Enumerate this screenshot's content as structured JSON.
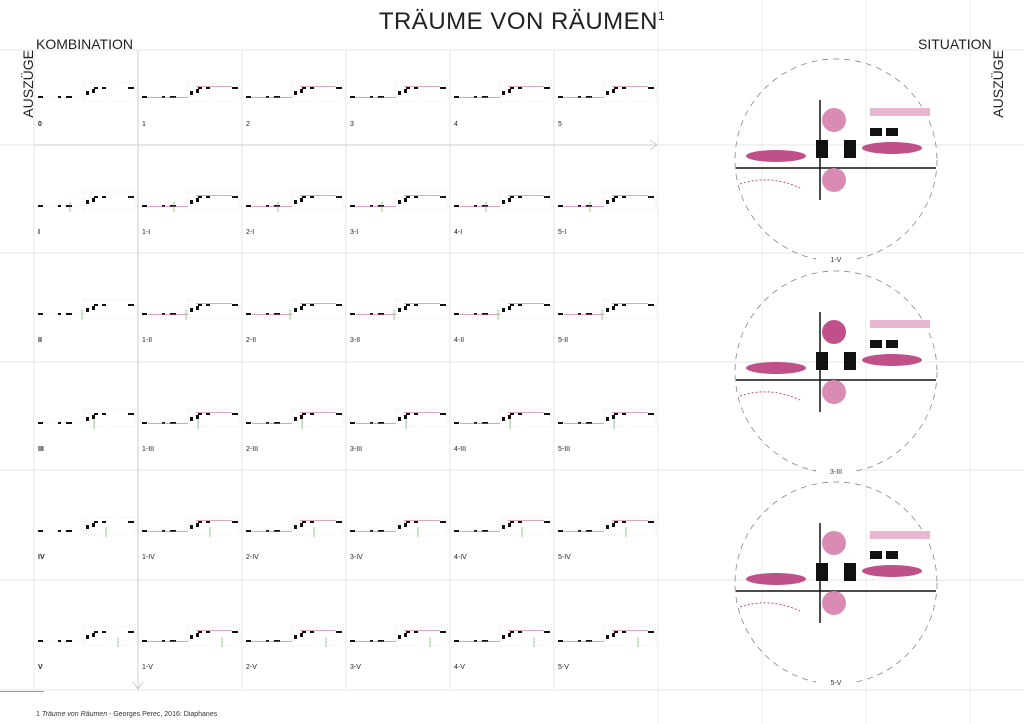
{
  "title": "TRÄUME VON RÄUMEN",
  "title_footnote_mark": "1",
  "left_heading": "KOMBINATION",
  "right_heading": "SITUATION",
  "side_label_left": "AUSZÜGE",
  "side_label_right": "AUSZÜGE",
  "grid": {
    "rows": [
      {
        "labels": [
          "0",
          "1",
          "2",
          "3",
          "4",
          "5"
        ]
      },
      {
        "labels": [
          "I",
          "1-I",
          "2-I",
          "3-I",
          "4-I",
          "5-I"
        ]
      },
      {
        "labels": [
          "II",
          "1-II",
          "2-II",
          "3-II",
          "4-II",
          "5-II"
        ]
      },
      {
        "labels": [
          "III",
          "1-III",
          "2-III",
          "3-III",
          "4-III",
          "5-III"
        ]
      },
      {
        "labels": [
          "IV",
          "1-IV",
          "2-IV",
          "3-IV",
          "4-IV",
          "5-IV"
        ]
      },
      {
        "labels": [
          "V",
          "1-V",
          "2-V",
          "3-V",
          "4-V",
          "5-V"
        ]
      }
    ]
  },
  "situations": [
    {
      "label": "1-V"
    },
    {
      "label": "3-III"
    },
    {
      "label": "5-V"
    }
  ],
  "footnote": {
    "number": "1",
    "title": "Träume von Räumen",
    "rest": " - Georges Perec, 2016: Diaphanes"
  },
  "colors": {
    "accent_pink": "#c0508a",
    "light_pink": "#e8b6cf",
    "green": "#5cb85c",
    "grid": "#e6e6e6"
  }
}
